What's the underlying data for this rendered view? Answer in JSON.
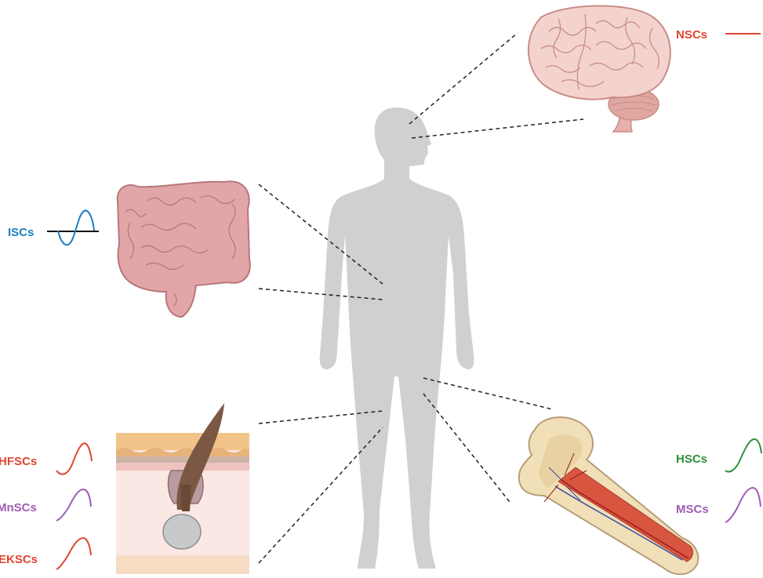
{
  "labels": {
    "nsc": "NSCs",
    "isc": "ISCs",
    "hfsc": "HFSCs",
    "mnsc": "MnSCs",
    "eksc": "EKSCs",
    "hsc": "HSCs",
    "msc": "MSCs"
  },
  "colors": {
    "nsc": "#e0452f",
    "isc": "#1a7ec2",
    "hfsc": "#e0452f",
    "mnsc": "#a15bb5",
    "eksc": "#e0452f",
    "hsc": "#2f8f3a",
    "msc": "#a15bb5",
    "silhouette": "#cfd0d2",
    "tissue": "#e3a6a8"
  },
  "icons": {
    "organs": [
      "brain-icon",
      "intestine-icon",
      "skin-hair-follicle-icon",
      "bone-femur-icon"
    ],
    "body": "human-silhouette-icon"
  }
}
